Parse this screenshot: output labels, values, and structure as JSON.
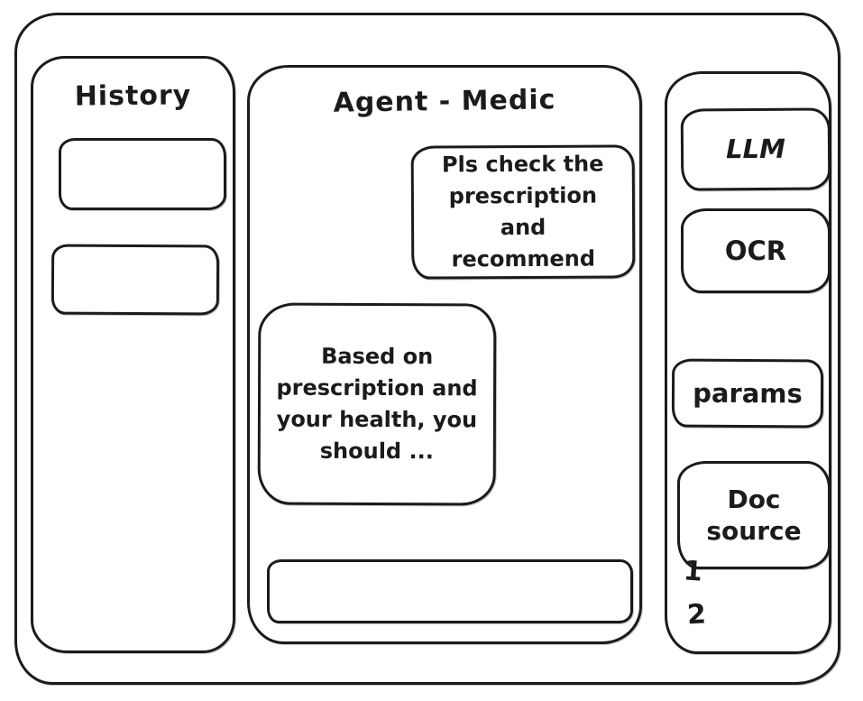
{
  "ink_color": "#1b1b1b",
  "background_color": "#ffffff",
  "history_panel": {
    "title": "History",
    "items": [
      {
        "label": ""
      },
      {
        "label": ""
      }
    ]
  },
  "chat_panel": {
    "title": "Agent - Medic",
    "messages": [
      {
        "role": "user",
        "text": "Pls check the prescription and recommend"
      },
      {
        "role": "assistant",
        "text": "Based on prescription and your health, you should ..."
      }
    ],
    "input": {
      "value": "",
      "placeholder": ""
    }
  },
  "tools_panel": {
    "buttons": [
      {
        "label": "LLM"
      },
      {
        "label": "OCR"
      },
      {
        "label": "params"
      },
      {
        "label": "Doc source"
      }
    ],
    "doc_source_numbers": [
      "1",
      "2"
    ]
  }
}
